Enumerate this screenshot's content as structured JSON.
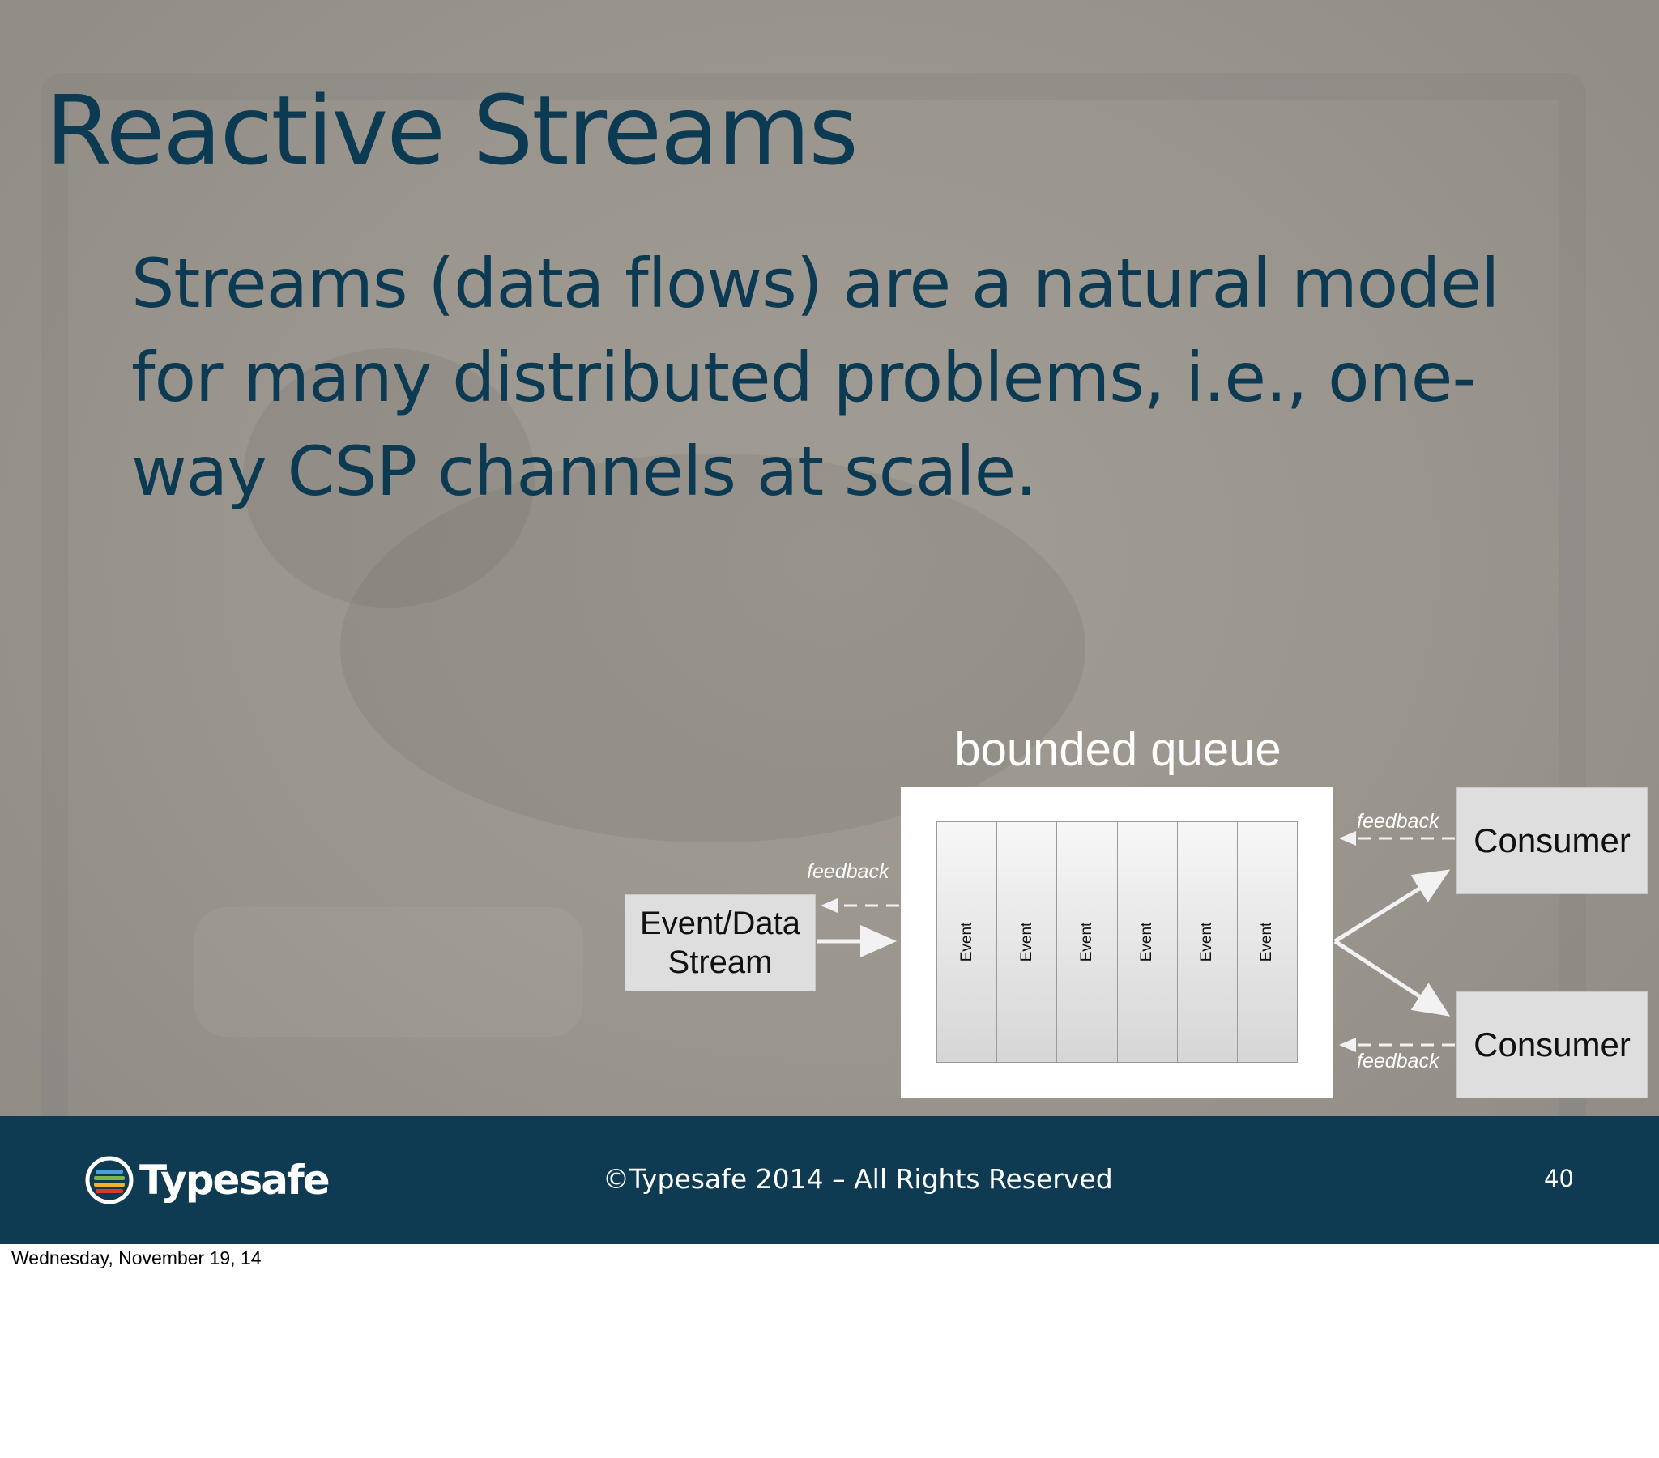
{
  "slide": {
    "title": "Reactive Streams",
    "body": "Streams (data flows) are a natural model for many distributed problems, i.e., one-way CSP channels at scale."
  },
  "diagram": {
    "queue_label": "bounded queue",
    "producer_label": "Event/Data Stream",
    "event_label": "Event",
    "consumer_label": "Consumer",
    "feedback_label": "feedback"
  },
  "footer": {
    "logo_text": "Typesafe",
    "copyright": "©Typesafe 2014 – All Rights Reserved",
    "page_number": "40"
  },
  "date_caption": "Wednesday, November 19, 14",
  "colors": {
    "title": "#0c3a52",
    "footer_bg": "#0e3a52",
    "logo_stripes": [
      "#4aa0d8",
      "#79b84a",
      "#f0b030",
      "#d83a30"
    ]
  }
}
